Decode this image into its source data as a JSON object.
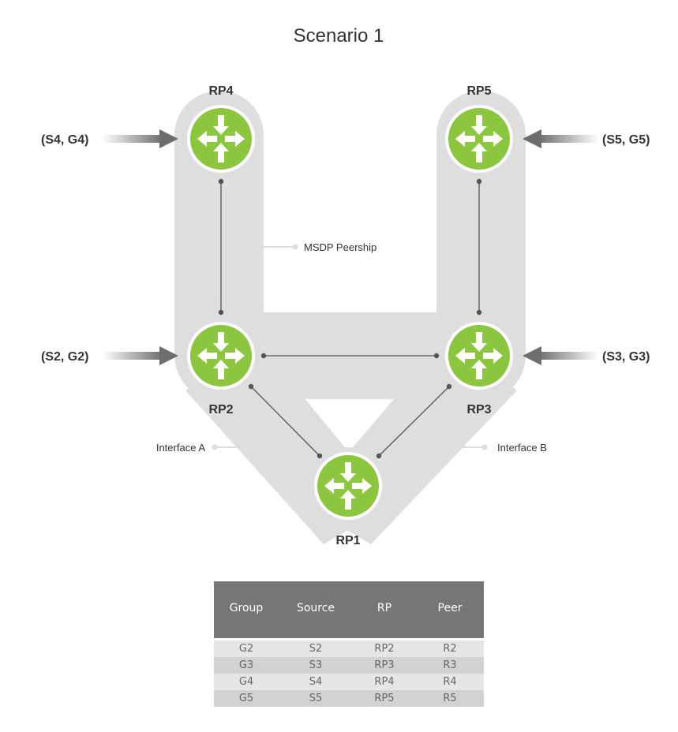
{
  "title": "Scenario 1",
  "routers": [
    {
      "id": "RP4",
      "label": "RP4"
    },
    {
      "id": "RP5",
      "label": "RP5"
    },
    {
      "id": "RP2",
      "label": "RP2"
    },
    {
      "id": "RP3",
      "label": "RP3"
    },
    {
      "id": "RP1",
      "label": "RP1"
    }
  ],
  "sources": [
    {
      "label": "(S4, G4)",
      "target": "RP4"
    },
    {
      "label": "(S5, G5)",
      "target": "RP5"
    },
    {
      "label": "(S2, G2)",
      "target": "RP2"
    },
    {
      "label": "(S3, G3)",
      "target": "RP3"
    }
  ],
  "callouts": {
    "msdp": "MSDP Peership",
    "interface_a": "Interface A",
    "interface_b": "Interface B"
  },
  "links": [
    {
      "from": "RP4",
      "to": "RP2"
    },
    {
      "from": "RP5",
      "to": "RP3"
    },
    {
      "from": "RP2",
      "to": "RP3"
    },
    {
      "from": "RP2",
      "to": "RP1"
    },
    {
      "from": "RP3",
      "to": "RP1"
    }
  ],
  "table": {
    "headers": [
      "Group",
      "Source",
      "RP",
      "Peer"
    ],
    "rows": [
      [
        "G2",
        "S2",
        "RP2",
        "R2"
      ],
      [
        "G3",
        "S3",
        "RP3",
        "R3"
      ],
      [
        "G4",
        "S4",
        "RP4",
        "R4"
      ],
      [
        "G5",
        "S5",
        "RP5",
        "R5"
      ]
    ]
  },
  "colors": {
    "router_fill": "#8cc63f",
    "router_ring": "#dcdcdc",
    "band": "#cfcfcf",
    "arrow": "#6d6d6d",
    "header_bg": "#767676",
    "row_light": "#e6e6e6",
    "row_dark": "#d2d2d2"
  }
}
